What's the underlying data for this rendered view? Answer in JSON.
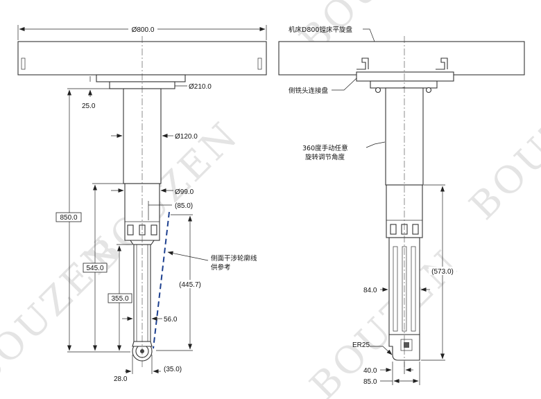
{
  "watermark": {
    "text": "BOUZEN"
  },
  "left_view": {
    "dimensions": {
      "table_diameter": "Ø800.0",
      "flange_diameter": "Ø210.0",
      "flange_thickness": "25.0",
      "column_diameter": "Ø120.0",
      "lower_diameter": "Ø99.0",
      "head_offset": "(85.0)",
      "total_height": "850.0",
      "mid_height": "545.0",
      "arm_height": "355.0",
      "arm_width": "56.0",
      "profile_length": "(445.7)",
      "tip_width": "28.0",
      "tip_offset": "(35.0)"
    },
    "note": {
      "line1": "侧面干涉轮廓线",
      "line2": "供参考"
    }
  },
  "right_view": {
    "labels": {
      "table": "机床D800镗床平旋盘",
      "plate": "侧铣头连接盘",
      "rotate_line1": "360度手动任意",
      "rotate_line2": "旋转调节角度"
    },
    "dimensions": {
      "lower_height": "(573.0)",
      "body_width": "84.0",
      "corner_radius": "ER25",
      "tip_width": "40.0",
      "total_width": "85.0"
    }
  }
}
